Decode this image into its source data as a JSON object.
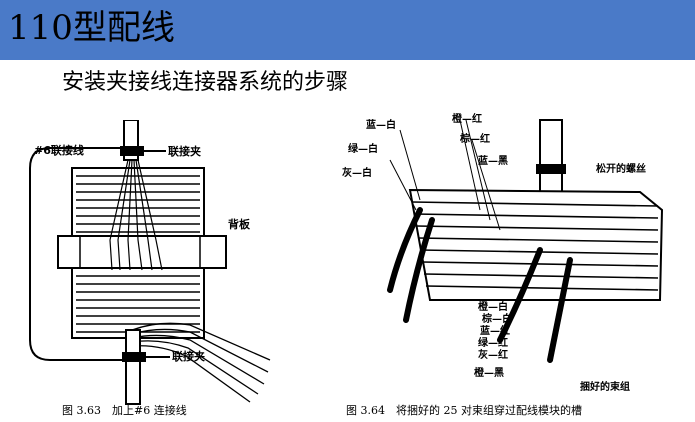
{
  "header": {
    "title": "110型配线"
  },
  "subtitle": "安装夹接线连接器系统的步骤",
  "figure_left": {
    "labels": {
      "wire6": "#6联接线",
      "clip_top": "联接夹",
      "backplate": "背板",
      "clip_bottom": "联接夹"
    },
    "caption": "图 3.63　加上#6 连接线"
  },
  "figure_right": {
    "labels": {
      "blue_white": "蓝—白",
      "orange_red": "橙—红",
      "brown_red": "棕—红",
      "green_white": "绿—白",
      "blue_black": "蓝—黑",
      "grey_white": "灰—白",
      "loose_screw": "松开的螺丝",
      "orange_white": "橙—白",
      "brown_white": "棕—白",
      "blue_red": "蓝—红",
      "green_red": "绿—红",
      "grey_red": "灰—红",
      "orange_black": "橙—黑",
      "bundled": "捆好的束组"
    },
    "caption": "图 3.64　将捆好的 25 对束组穿过配线模块的槽"
  }
}
